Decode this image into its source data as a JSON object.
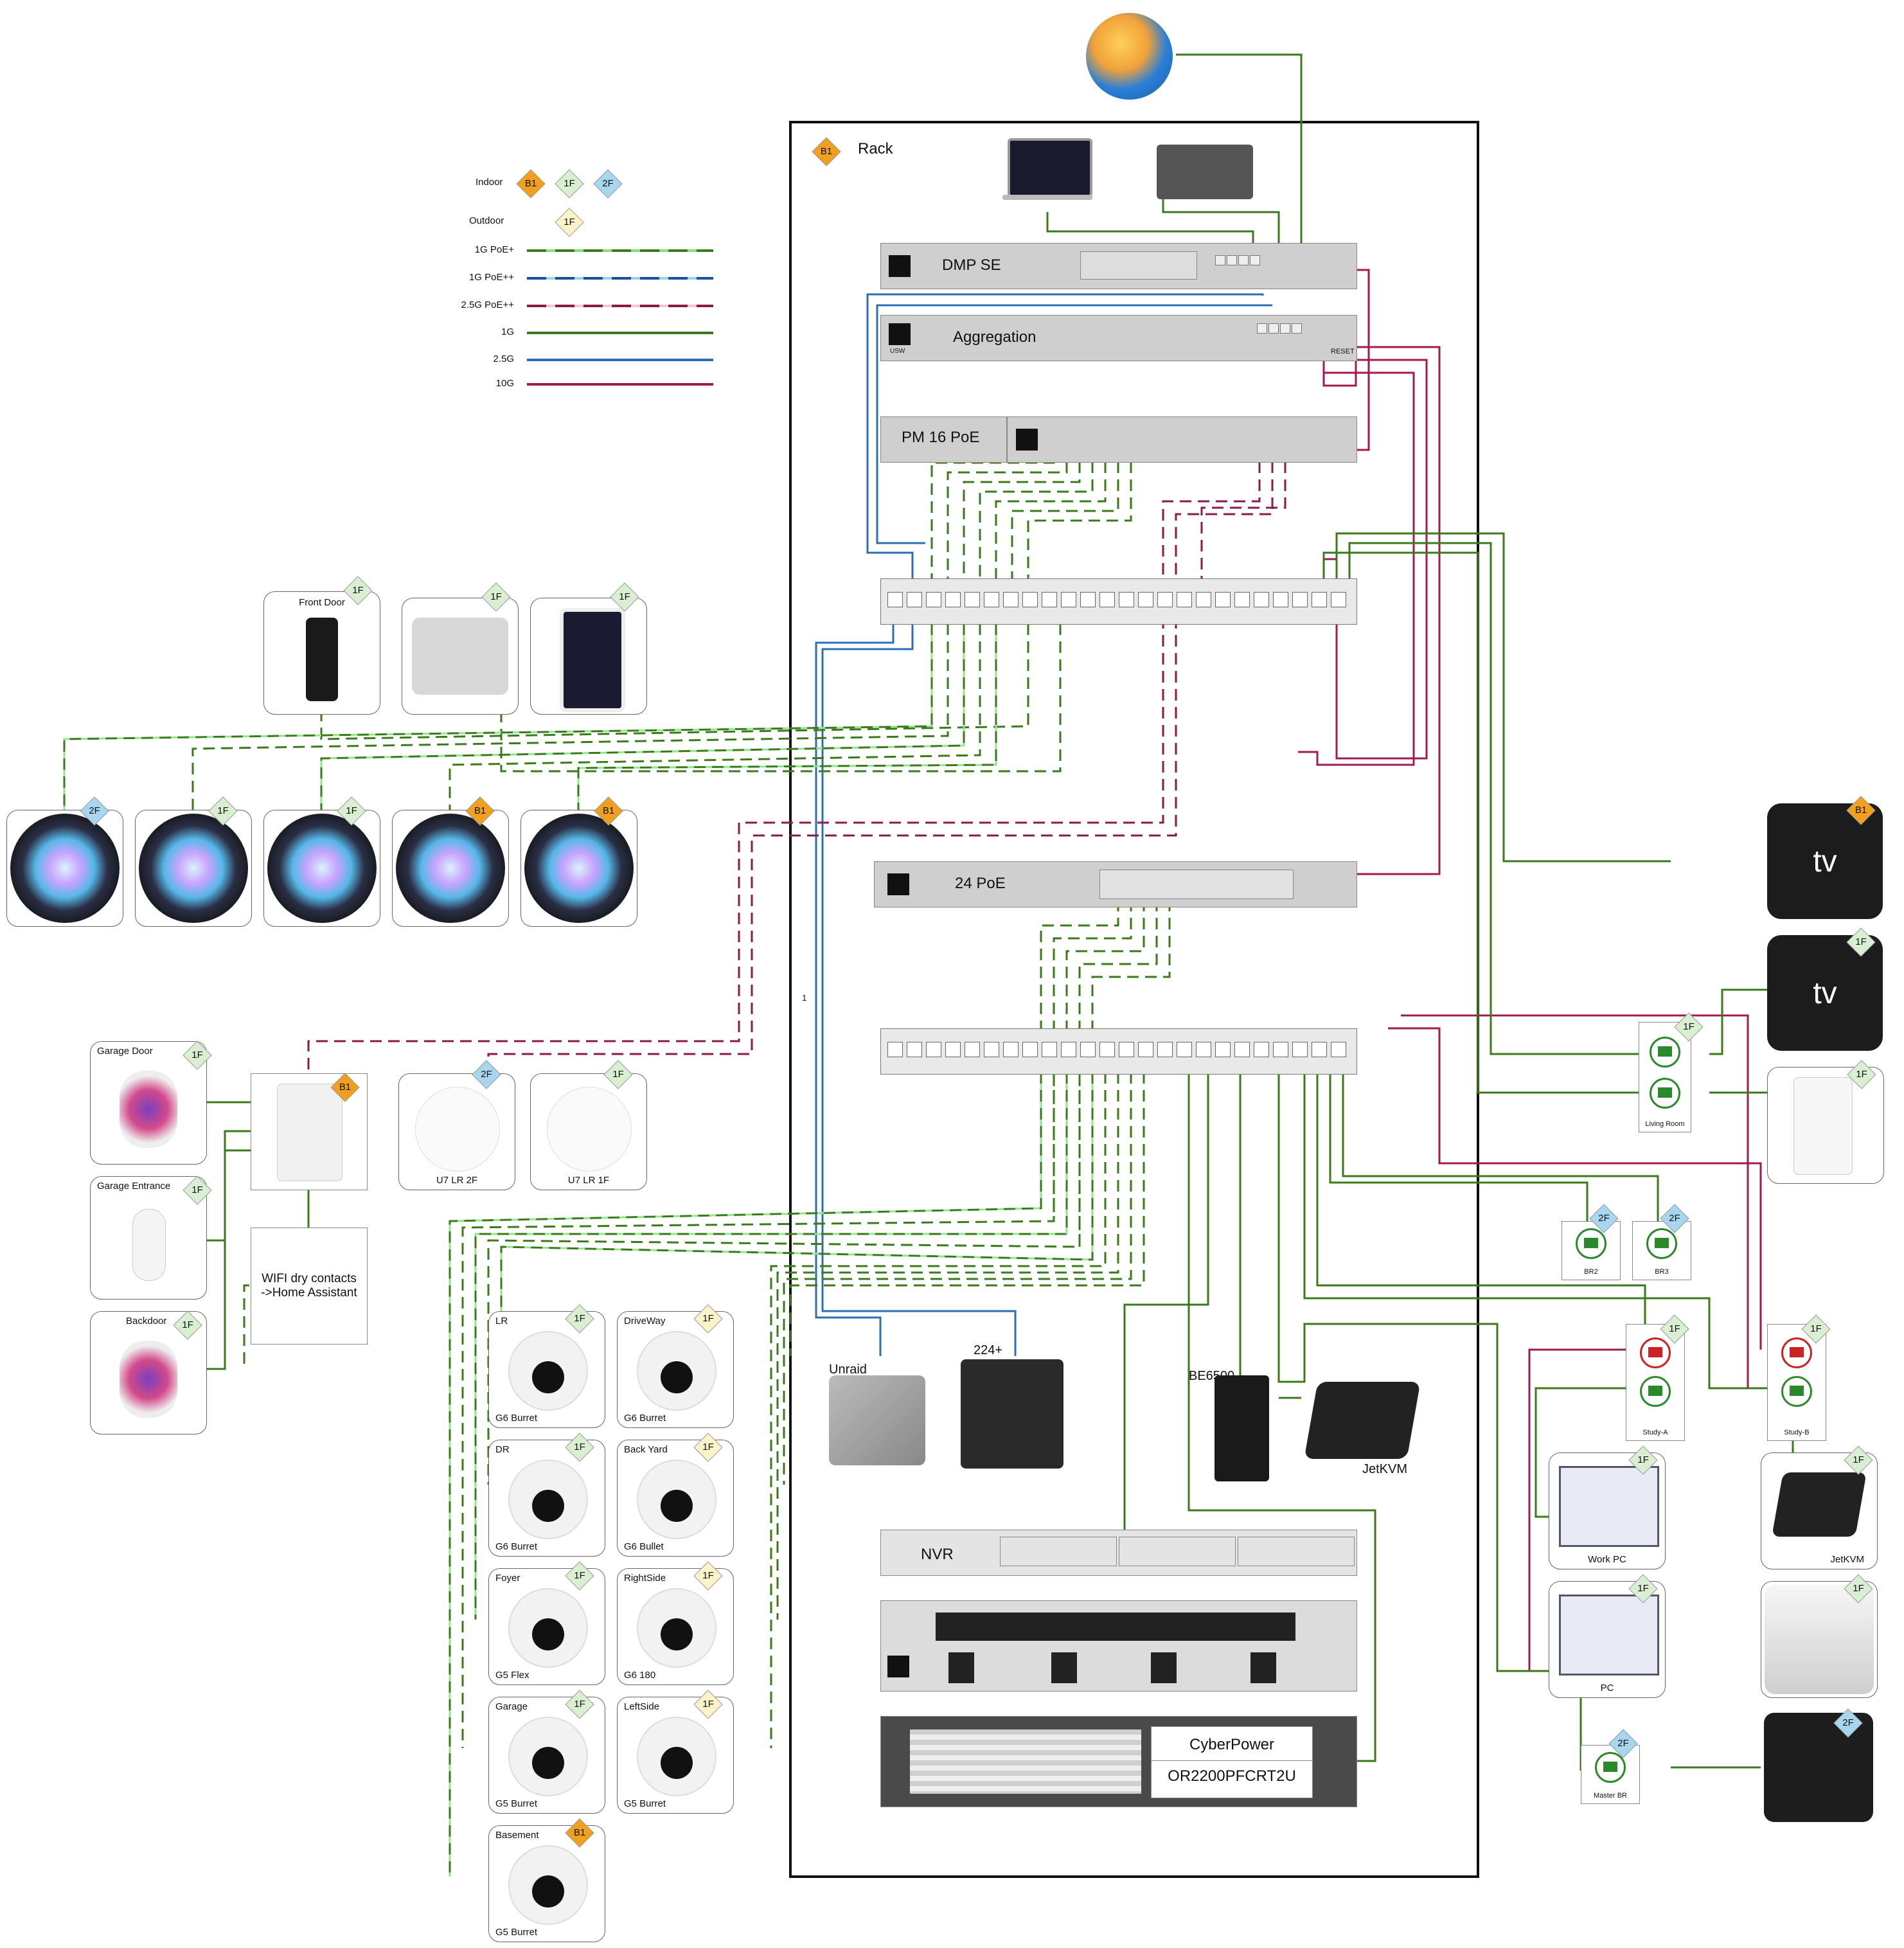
{
  "rack": {
    "badge": "B1",
    "label": "Rack"
  },
  "legend": {
    "indoor_label": "Indoor",
    "indoor_badges": [
      "B1",
      "1F",
      "2F"
    ],
    "outdoor_label": "Outdoor",
    "outdoor_badge": "1F",
    "items": [
      {
        "label": "1G PoE+",
        "color": "#3a7a1a",
        "dash_color": "#7ee07e"
      },
      {
        "label": "1G PoE++",
        "color": "#1a4e9a",
        "dash_color": "#9fd0f0"
      },
      {
        "label": "2.5G PoE++",
        "color": "#8a1a4a",
        "dash_color": "#f5c8d0"
      },
      {
        "label": "1G",
        "color": "#3a7a1a"
      },
      {
        "label": "2.5G",
        "color": "#2a6fb5"
      },
      {
        "label": "10G",
        "color": "#a01a50"
      }
    ]
  },
  "devices": {
    "dmp": {
      "name": "DMP SE"
    },
    "aggregation": {
      "name": "Aggregation",
      "small": "USW",
      "reset": "RESET"
    },
    "pm16": {
      "name": "PM 16 PoE"
    },
    "poe24": {
      "name": "24 PoE"
    },
    "nvr": {
      "name": "NVR"
    },
    "ups": {
      "line1": "CyberPower",
      "line2": "OR2200PFCRT2U"
    },
    "unraid": {
      "name": "Unraid"
    },
    "synology": {
      "name": "224+"
    },
    "be6500": {
      "name": "BE6500"
    },
    "jetkvm_rack": {
      "name": "JetKVM"
    },
    "wifi_dry": {
      "line1": "WIFI dry contacts",
      "line2": "->Home Assistant"
    },
    "cable_count": "1"
  },
  "top_cards": [
    {
      "label": "Front Door",
      "badge": "1F"
    },
    {
      "label": "",
      "badge": "1F"
    },
    {
      "label": "",
      "badge": "1F"
    }
  ],
  "homepods": [
    {
      "badge": "2F"
    },
    {
      "badge": "1F"
    },
    {
      "badge": "1F"
    },
    {
      "badge": "B1"
    },
    {
      "badge": "B1"
    }
  ],
  "access": [
    {
      "label": "Garage Door",
      "badge": "1F"
    },
    {
      "label": "Garage Entrance",
      "badge": "1F"
    },
    {
      "label": "Backdoor",
      "badge": "1F"
    }
  ],
  "hub_badge": "B1",
  "aps": [
    {
      "label": "U7 LR 2F",
      "badge": "2F"
    },
    {
      "label": "U7 LR 1F",
      "badge": "1F"
    }
  ],
  "cameras": [
    {
      "top": "LR",
      "bottom": "G6 Burret",
      "badge": "1F",
      "type": "indoor"
    },
    {
      "top": "DriveWay",
      "bottom": "G6 Burret",
      "badge": "1F",
      "type": "outdoor"
    },
    {
      "top": "DR",
      "bottom": "G6 Burret",
      "badge": "1F",
      "type": "indoor"
    },
    {
      "top": "Back Yard",
      "bottom": "G6 Bullet",
      "badge": "1F",
      "type": "outdoor"
    },
    {
      "top": "Foyer",
      "bottom": "G5 Flex",
      "badge": "1F",
      "type": "indoor"
    },
    {
      "top": "RightSide",
      "bottom": "G6 180",
      "badge": "1F",
      "type": "outdoor"
    },
    {
      "top": "Garage",
      "bottom": "G5 Burret",
      "badge": "1F",
      "type": "indoor"
    },
    {
      "top": "LeftSide",
      "bottom": "G5 Burret",
      "badge": "1F",
      "type": "outdoor"
    },
    {
      "top": "Basement",
      "bottom": "G5 Burret",
      "badge": "B1",
      "type": "indoor"
    }
  ],
  "right": {
    "appletv1": {
      "badge": "B1",
      "text": "tv"
    },
    "appletv2": {
      "badge": "1F",
      "text": "tv"
    },
    "ps5": {
      "badge": "1F"
    },
    "living_room": {
      "label": "Living Room",
      "badge": "1F"
    },
    "br2": {
      "label": "BR2",
      "badge": "2F"
    },
    "br3": {
      "label": "BR3",
      "badge": "2F"
    },
    "study_a": {
      "label": "Study-A",
      "badge": "1F"
    },
    "study_b": {
      "label": "Study-B",
      "badge": "1F"
    },
    "work_pc": {
      "label": "Work PC",
      "badge": "1F"
    },
    "pc": {
      "label": "PC",
      "badge": "1F"
    },
    "jetkvm": {
      "label": "JetKVM",
      "badge": "1F"
    },
    "mac_mini": {
      "badge": "1F"
    },
    "master_br": {
      "label": "Master BR",
      "badge": "2F"
    },
    "modem": {
      "badge": "2F"
    }
  }
}
